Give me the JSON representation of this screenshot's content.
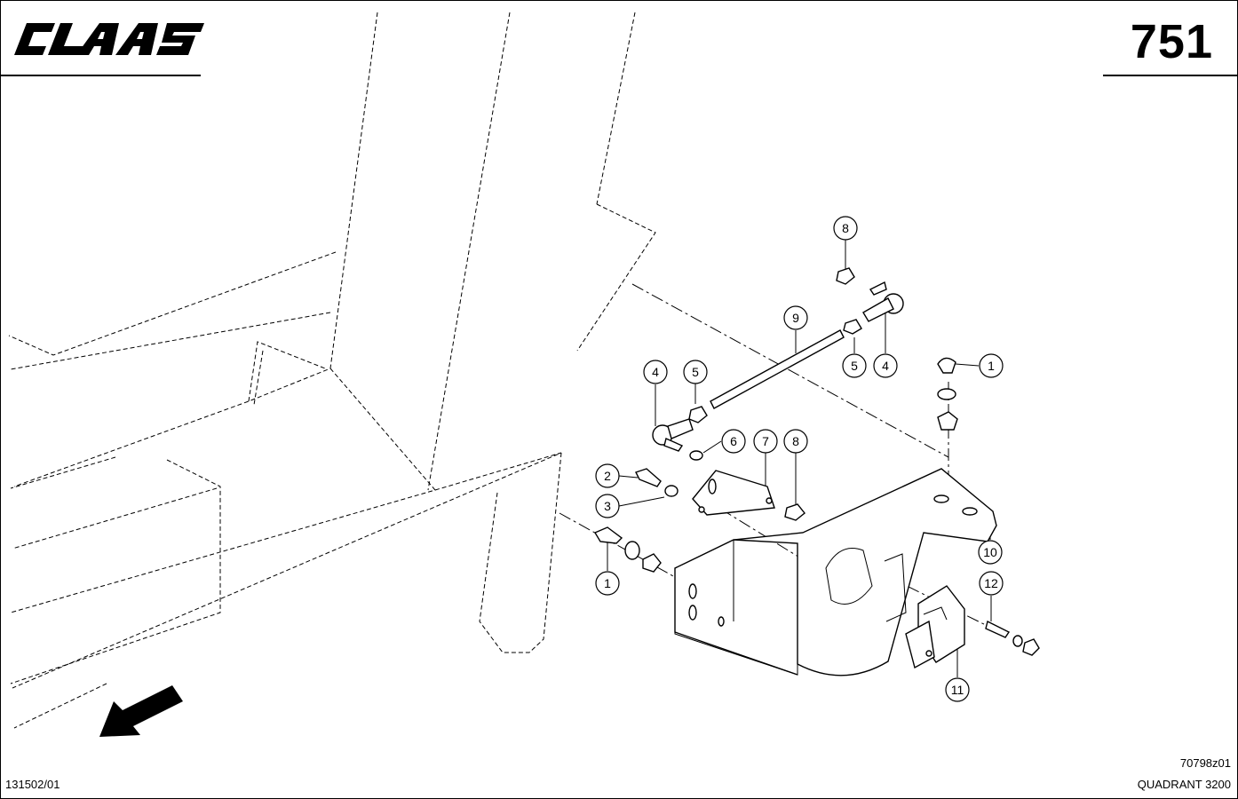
{
  "header": {
    "brand": "CLAAS",
    "page_number": "751"
  },
  "footer": {
    "doc_code": "131502/01",
    "drawing_code": "70798z01",
    "model": "QUADRANT 3200"
  },
  "callouts": [
    {
      "label": "8"
    },
    {
      "label": "9"
    },
    {
      "label": "5"
    },
    {
      "label": "4"
    },
    {
      "label": "1"
    },
    {
      "label": "4"
    },
    {
      "label": "5"
    },
    {
      "label": "6"
    },
    {
      "label": "7"
    },
    {
      "label": "8"
    },
    {
      "label": "2"
    },
    {
      "label": "3"
    },
    {
      "label": "1"
    },
    {
      "label": "10"
    },
    {
      "label": "12"
    },
    {
      "label": "11"
    }
  ]
}
